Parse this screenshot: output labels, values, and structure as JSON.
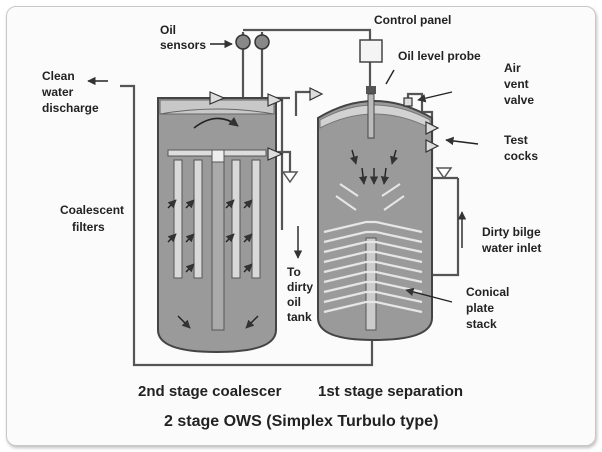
{
  "labels": {
    "oil_sensors": [
      "Oil",
      "sensors"
    ],
    "control_panel": "Control panel",
    "oil_level_probe": "Oil level probe",
    "air_vent_valve": [
      "Air",
      "vent",
      "valve"
    ],
    "clean_water_discharge": [
      "Clean",
      "water",
      "discharge"
    ],
    "test_cocks": [
      "Test",
      "cocks"
    ],
    "coalescent_filters": [
      "Coalescent",
      "filters"
    ],
    "dirty_bilge_water_inlet": [
      "Dirty bilge",
      "water inlet"
    ],
    "to_dirty_oil_tank": [
      "To",
      "dirty",
      "oil",
      "tank"
    ],
    "conical_plate_stack": [
      "Conical",
      "plate",
      "stack"
    ]
  },
  "captions": {
    "second_stage": "2nd stage coalescer",
    "first_stage": "1st stage separation",
    "title": "2 stage OWS (Simplex Turbulo type)"
  },
  "colors": {
    "tank_fill": "#9a9a9a",
    "line": "#444444",
    "card_border": "#c8c8c8"
  }
}
